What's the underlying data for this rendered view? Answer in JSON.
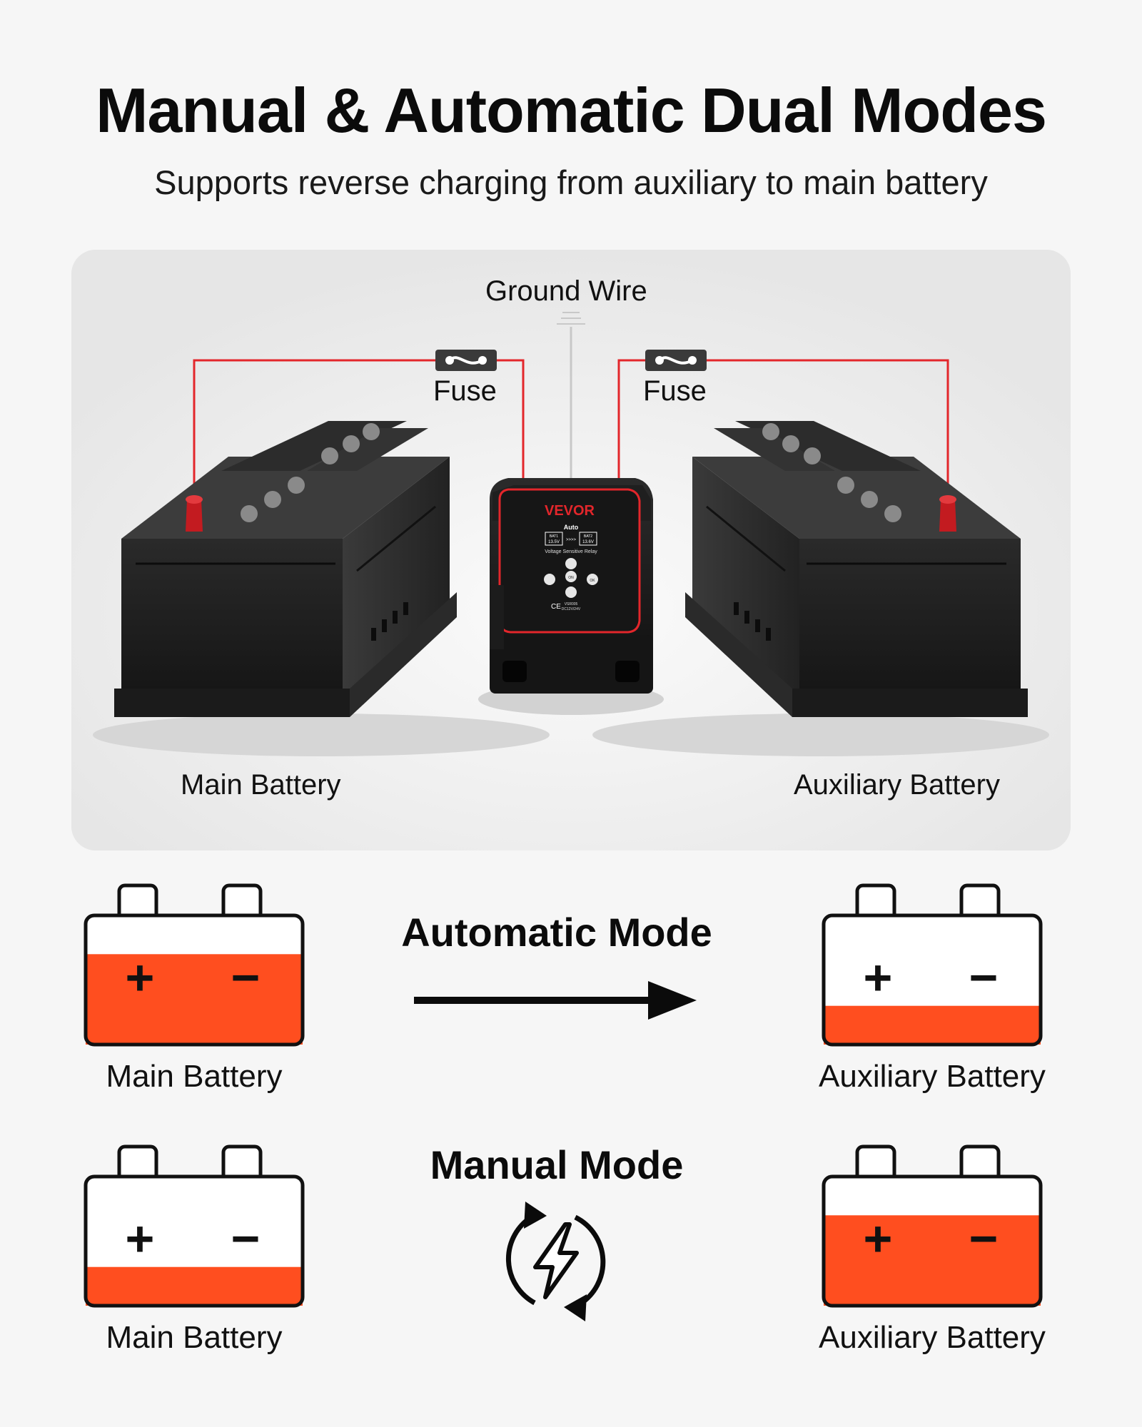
{
  "header": {
    "title": "Manual & Automatic Dual Modes",
    "subtitle": "Supports reverse charging from auxiliary to main battery"
  },
  "photo_panel": {
    "ground_label": "Ground Wire",
    "fuse_left_label": "Fuse",
    "fuse_right_label": "Fuse",
    "main_battery_label": "Main Battery",
    "aux_battery_label": "Auxiliary Battery",
    "device": {
      "brand": "VEVOR",
      "mode": "Auto",
      "name": "Voltage Sensitive Relay",
      "bat1_tag": "BAT1",
      "bat2_tag": "BAT2",
      "bat1_voltage": "13.5V",
      "bat2_voltage": "13.6V",
      "flow_arrows": ">>>>",
      "on_label": "ON",
      "ok_label": "OK",
      "model": "VSR005",
      "rating": "DC12V/24V",
      "ce_mark": "CE"
    }
  },
  "modes": {
    "automatic": {
      "title": "Automatic Mode",
      "arrow_icon": "right-arrow-icon",
      "main_battery_label": "Main Battery",
      "aux_battery_label": "Auxiliary Battery",
      "main_charge_level": 0.7,
      "aux_charge_level": 0.3
    },
    "manual": {
      "title": "Manual Mode",
      "swap_icon": "charge-cycle-icon",
      "main_battery_label": "Main Battery",
      "aux_battery_label": "Auxiliary Battery",
      "main_charge_level": 0.3,
      "aux_charge_level": 0.7
    },
    "plus_sign": "+",
    "minus_sign": "−"
  },
  "colors": {
    "accent_orange": "#ff4e1f",
    "wire_red": "#e3262b",
    "ink": "#111111"
  }
}
